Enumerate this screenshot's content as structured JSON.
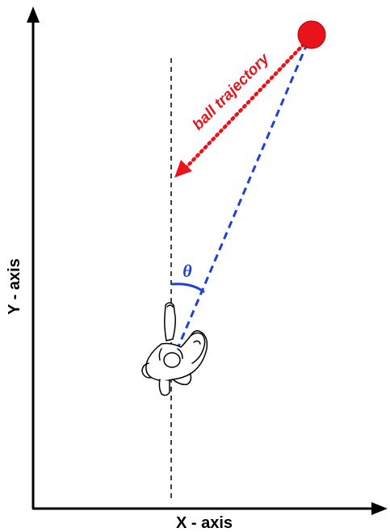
{
  "diagram": {
    "x_axis_label": "X - axis",
    "y_axis_label": "Y - axis",
    "trajectory_label": "ball trajectory",
    "angle_label": "θ"
  },
  "colors": {
    "axis": "#000000",
    "trajectory": "#e8131b",
    "sight_line": "#1f3fd6",
    "ball": "#e8131b",
    "angle_arc": "#1f3fd6",
    "reference_line": "#000000"
  },
  "icons": {
    "ball": "red-ball-icon",
    "player": "player-top-view-icon"
  }
}
